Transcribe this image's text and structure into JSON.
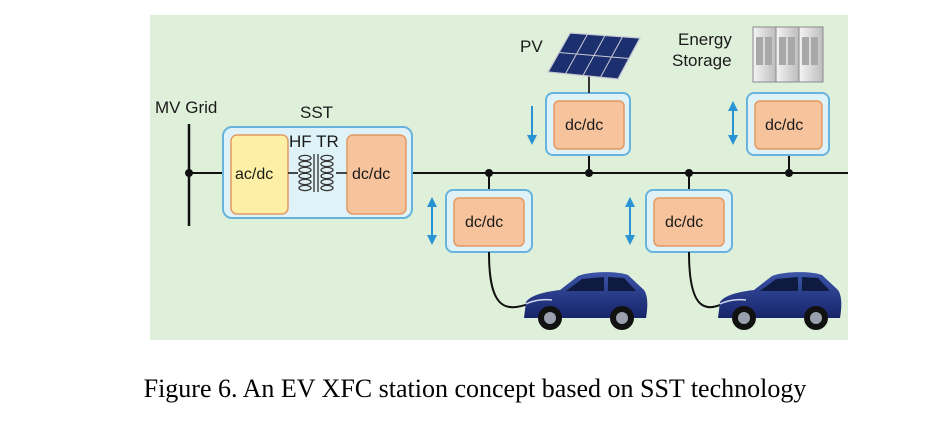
{
  "diagram": {
    "labels": {
      "mv_grid": "MV Grid",
      "sst": "SST",
      "hf_tr": "HF TR",
      "pv": "PV",
      "energy_storage_line1": "Energy",
      "energy_storage_line2": "Storage"
    },
    "converters": {
      "sst_acdc": "ac/dc",
      "sst_dcdc": "dc/dc",
      "charger_1": "dc/dc",
      "charger_2": "dc/dc",
      "pv": "dc/dc",
      "storage": "dc/dc"
    },
    "colors": {
      "background": "#dff0da",
      "outer_box": "#dff2f7",
      "outer_border": "#67b3dc",
      "acdc_fill": "#fdf0a6",
      "dcdc_fill": "#f7c39c",
      "inner_border": "#e39a62",
      "arrow": "#2a93d4",
      "wire": "#111111"
    }
  },
  "caption": "Figure 6. An EV XFC station concept based on SST technology"
}
